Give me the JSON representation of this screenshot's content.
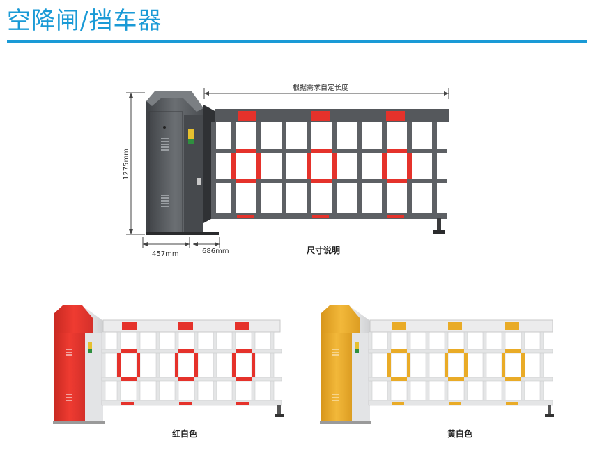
{
  "title": "空降闸/挡车器",
  "colors": {
    "accent": "#1a9ad6",
    "gray_body": "#5f6266",
    "red": "#e5322b",
    "yellow": "#e9ab27"
  },
  "diagram": {
    "length_note": "根据需求自定长度",
    "height_dim": "1275mm",
    "width_dim": "457mm",
    "depth_dim": "686mm",
    "caption": "尺寸说明"
  },
  "variants": [
    {
      "caption": "红白色"
    },
    {
      "caption": "黄白色"
    }
  ]
}
